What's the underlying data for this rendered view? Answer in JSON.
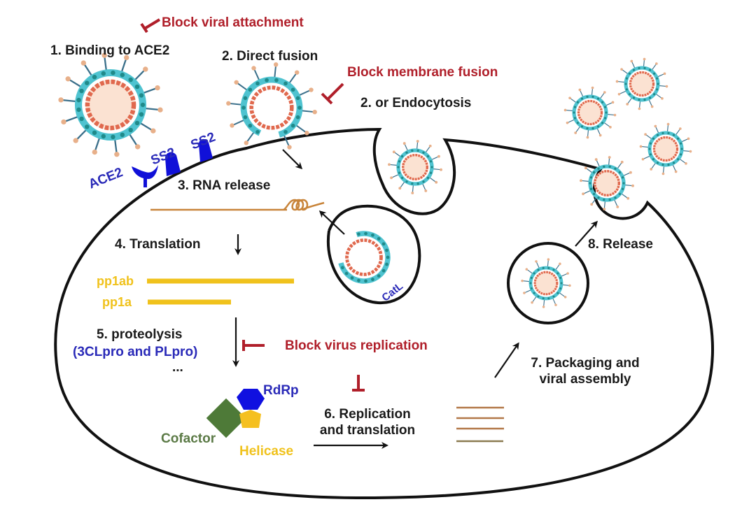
{
  "title": "SARS-CoV-2 life cycle and drug intervention points",
  "colors": {
    "label": "#1a1a1a",
    "block": "#b01f2a",
    "receptor": "#1010d8",
    "polyprotein": "#f0c21c",
    "cofactor": "#4e7a38",
    "rdrp": "#1010e0",
    "helicase": "#f5c020",
    "rna": "#c8843a",
    "virus_envelope": "#4fc3d0",
    "virus_core": "#fbe2d2",
    "virus_rna": "#e0694e"
  },
  "steps": {
    "s1": "1. Binding to ACE2",
    "s2a": "2. Direct fusion",
    "s2b": "2. or Endocytosis",
    "s3": "3. RNA release",
    "s4": "4. Translation",
    "s5a": "5. proteolysis",
    "s5b": "(3CLpro and PLpro)",
    "s5c": "...",
    "s6a": "6. Replication",
    "s6b": "and translation",
    "s7a": "7. Packaging and",
    "s7b": "viral assembly",
    "s8": "8. Release"
  },
  "blocks": {
    "attachment": "Block viral attachment",
    "fusion": "Block membrane fusion",
    "replication": "Block virus replication"
  },
  "receptors": {
    "ace2": "ACE2",
    "ss2_a": "SS2",
    "ss2_b": "SS2",
    "catl": "CatL"
  },
  "polyproteins": {
    "pp1ab": "pp1ab",
    "pp1a": "pp1a"
  },
  "enzymes": {
    "rdrp": "RdRp",
    "cofactor": "Cofactor",
    "helicase": "Helicase"
  }
}
